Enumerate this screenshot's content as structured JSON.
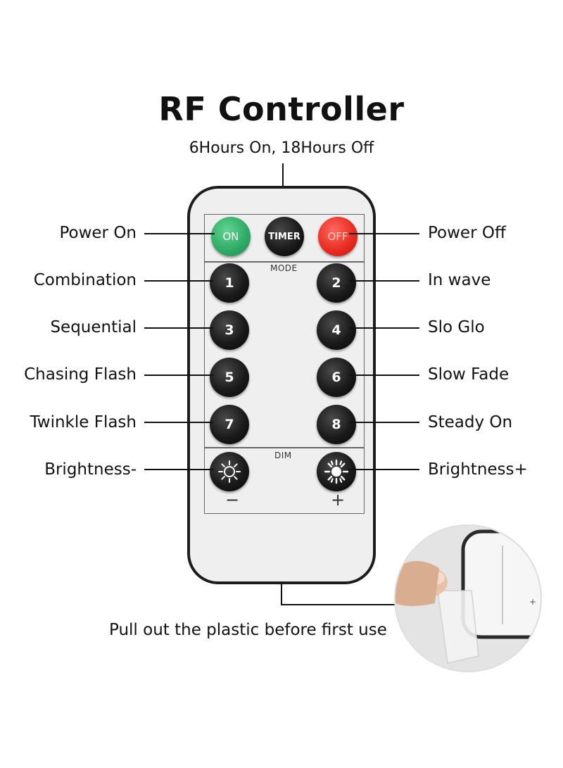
{
  "title": "RF Controller",
  "subtitle": "6Hours On, 18Hours Off",
  "left_labels": [
    "Power On",
    "Combination",
    "Sequential",
    "Chasing Flash",
    "Twinkle Flash",
    "Brightness-"
  ],
  "right_labels": [
    "Power Off",
    "In wave",
    "Slo Glo",
    "Slow Fade",
    "Steady On",
    "Brightness+"
  ],
  "remote": {
    "on_label": "ON",
    "timer_label": "TIMER",
    "off_label": "OFF",
    "mode_label": "MODE",
    "dim_label": "DIM",
    "mode_buttons": [
      "1",
      "2",
      "3",
      "4",
      "5",
      "6",
      "7",
      "8"
    ],
    "minus_sign": "−",
    "plus_sign": "+"
  },
  "footer": "Pull out the plastic before first use",
  "colors": {
    "on": "#2ea865",
    "off": "#e8291f",
    "button": "#1a1a1a",
    "remote_body": "#efefef"
  }
}
